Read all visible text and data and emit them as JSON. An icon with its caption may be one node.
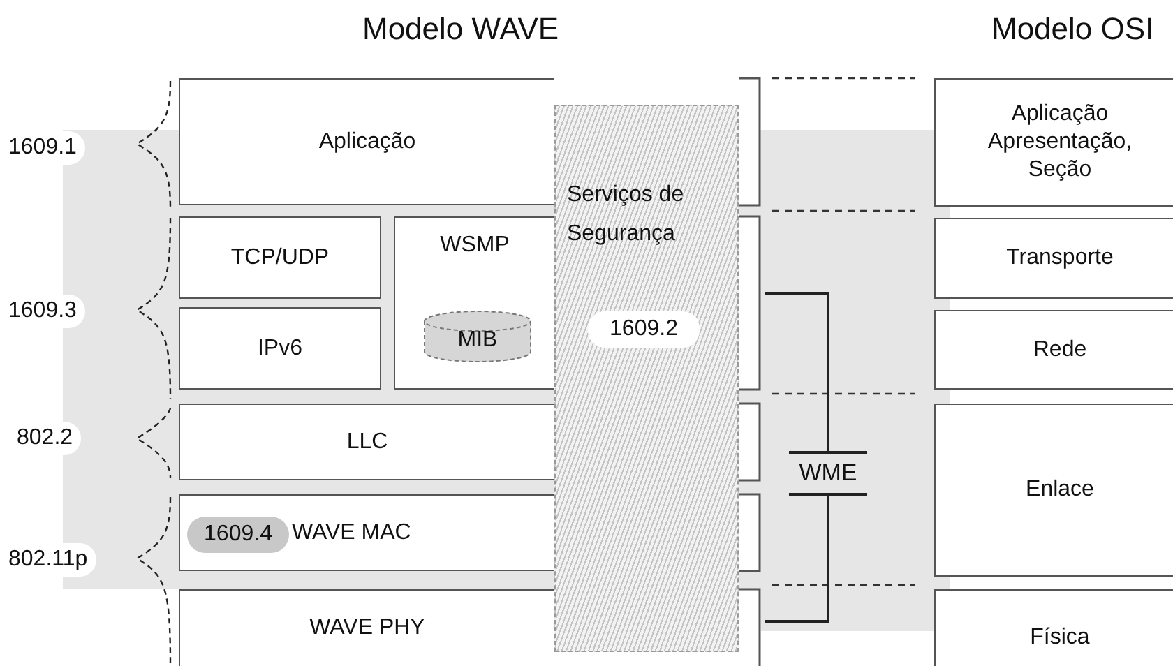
{
  "diagram": {
    "nodes": [
      {
        "text": [
          "Aplicação"
        ]
      },
      {
        "text": [
          "TCP/UDP"
        ]
      },
      {
        "text": [
          "IPv6"
        ]
      },
      {
        "text": [
          "WSMP"
        ]
      },
      {
        "text": [
          "MIB"
        ],
        "in": 3
      },
      {
        "text": [
          "LLC"
        ]
      },
      {
        "text": [
          "WAVE MAC"
        ]
      },
      {
        "text": [
          "1609.4"
        ],
        "in": 6
      },
      {
        "text": [
          "WAVE PHY"
        ]
      },
      {
        "text": [
          "Serviços de Segurança"
        ]
      },
      {
        "text": [
          "1609.2"
        ],
        "in": 9
      },
      {
        "text": [
          "WME"
        ]
      },
      {
        "text": [
          "Aplicação Apresentação, Seção"
        ]
      },
      {
        "text": [
          "Transporte"
        ]
      },
      {
        "text": [
          "Rede"
        ]
      },
      {
        "text": [
          "Enlace"
        ]
      },
      {
        "text": [
          "Física"
        ]
      }
    ],
    "edges": [],
    "labels": [
      "Modelo WAVE",
      "Modelo OSI",
      "1609.1",
      "1609.3",
      "802.2",
      "802.11p"
    ]
  }
}
